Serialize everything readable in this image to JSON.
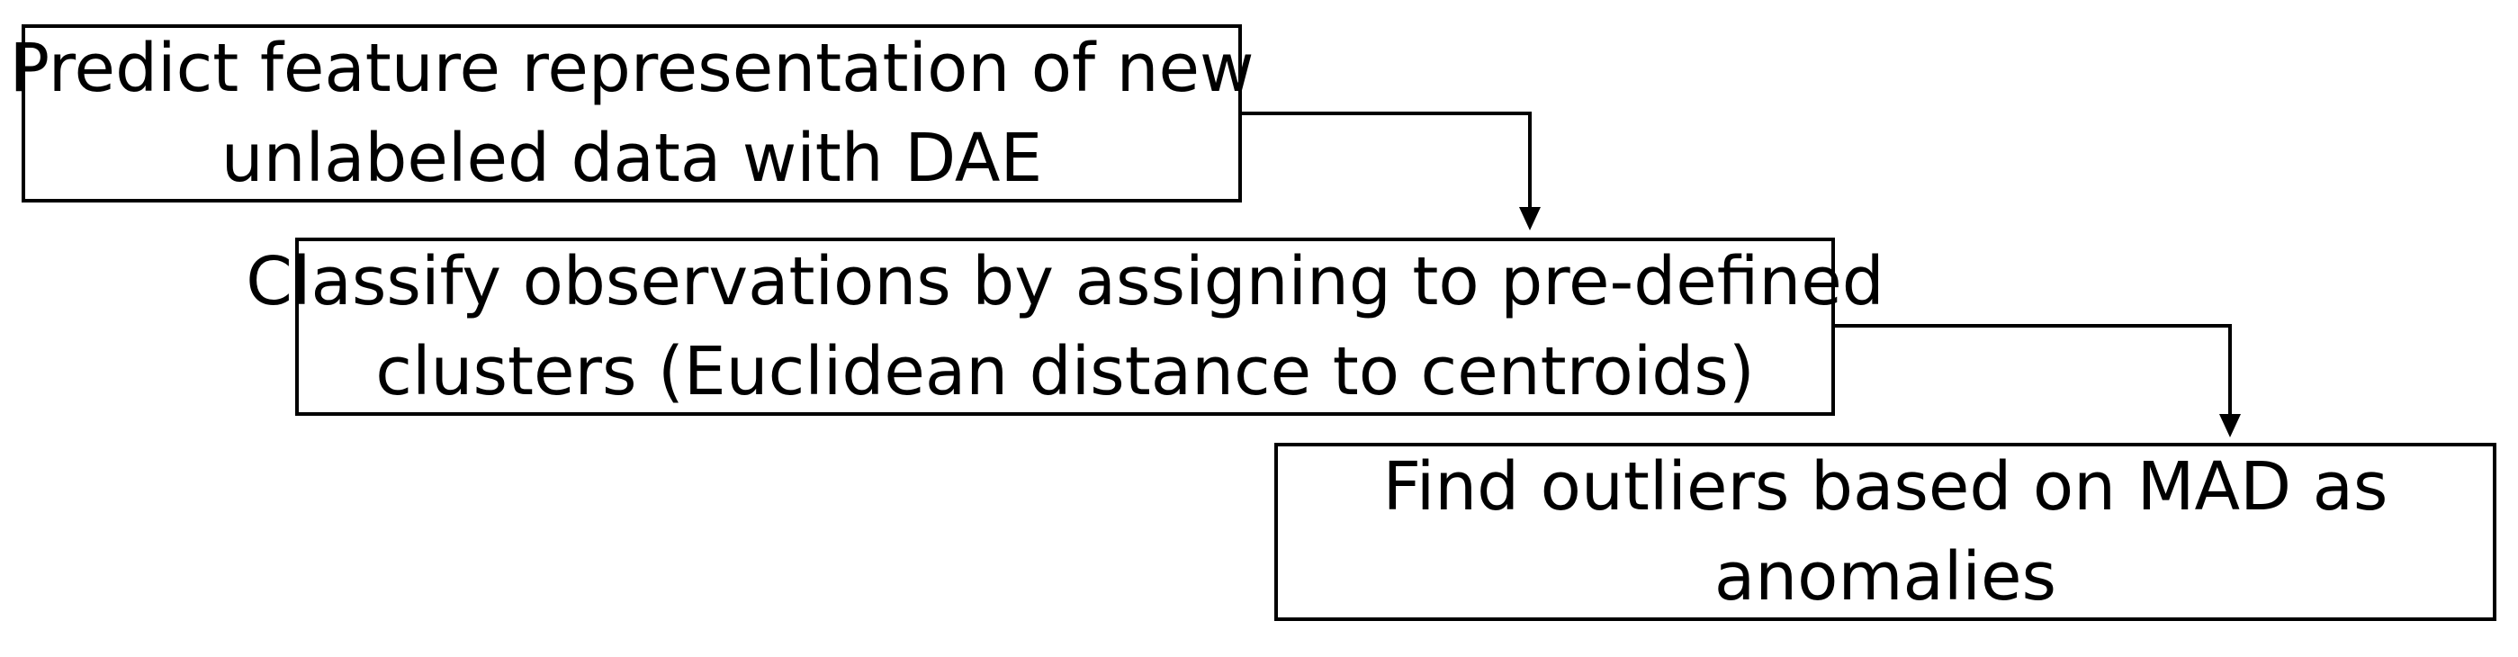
{
  "steps": [
    {
      "lines": [
        "Predict feature representation of new",
        "unlabeled data with DAE"
      ]
    },
    {
      "lines": [
        "Classify observations by assigning to pre-defined",
        "clusters (Euclidean distance to centroids)"
      ]
    },
    {
      "lines": [
        "Find outliers based on MAD as",
        "anomalies"
      ]
    }
  ],
  "colors": {
    "stroke": "#000000",
    "background": "#ffffff"
  }
}
